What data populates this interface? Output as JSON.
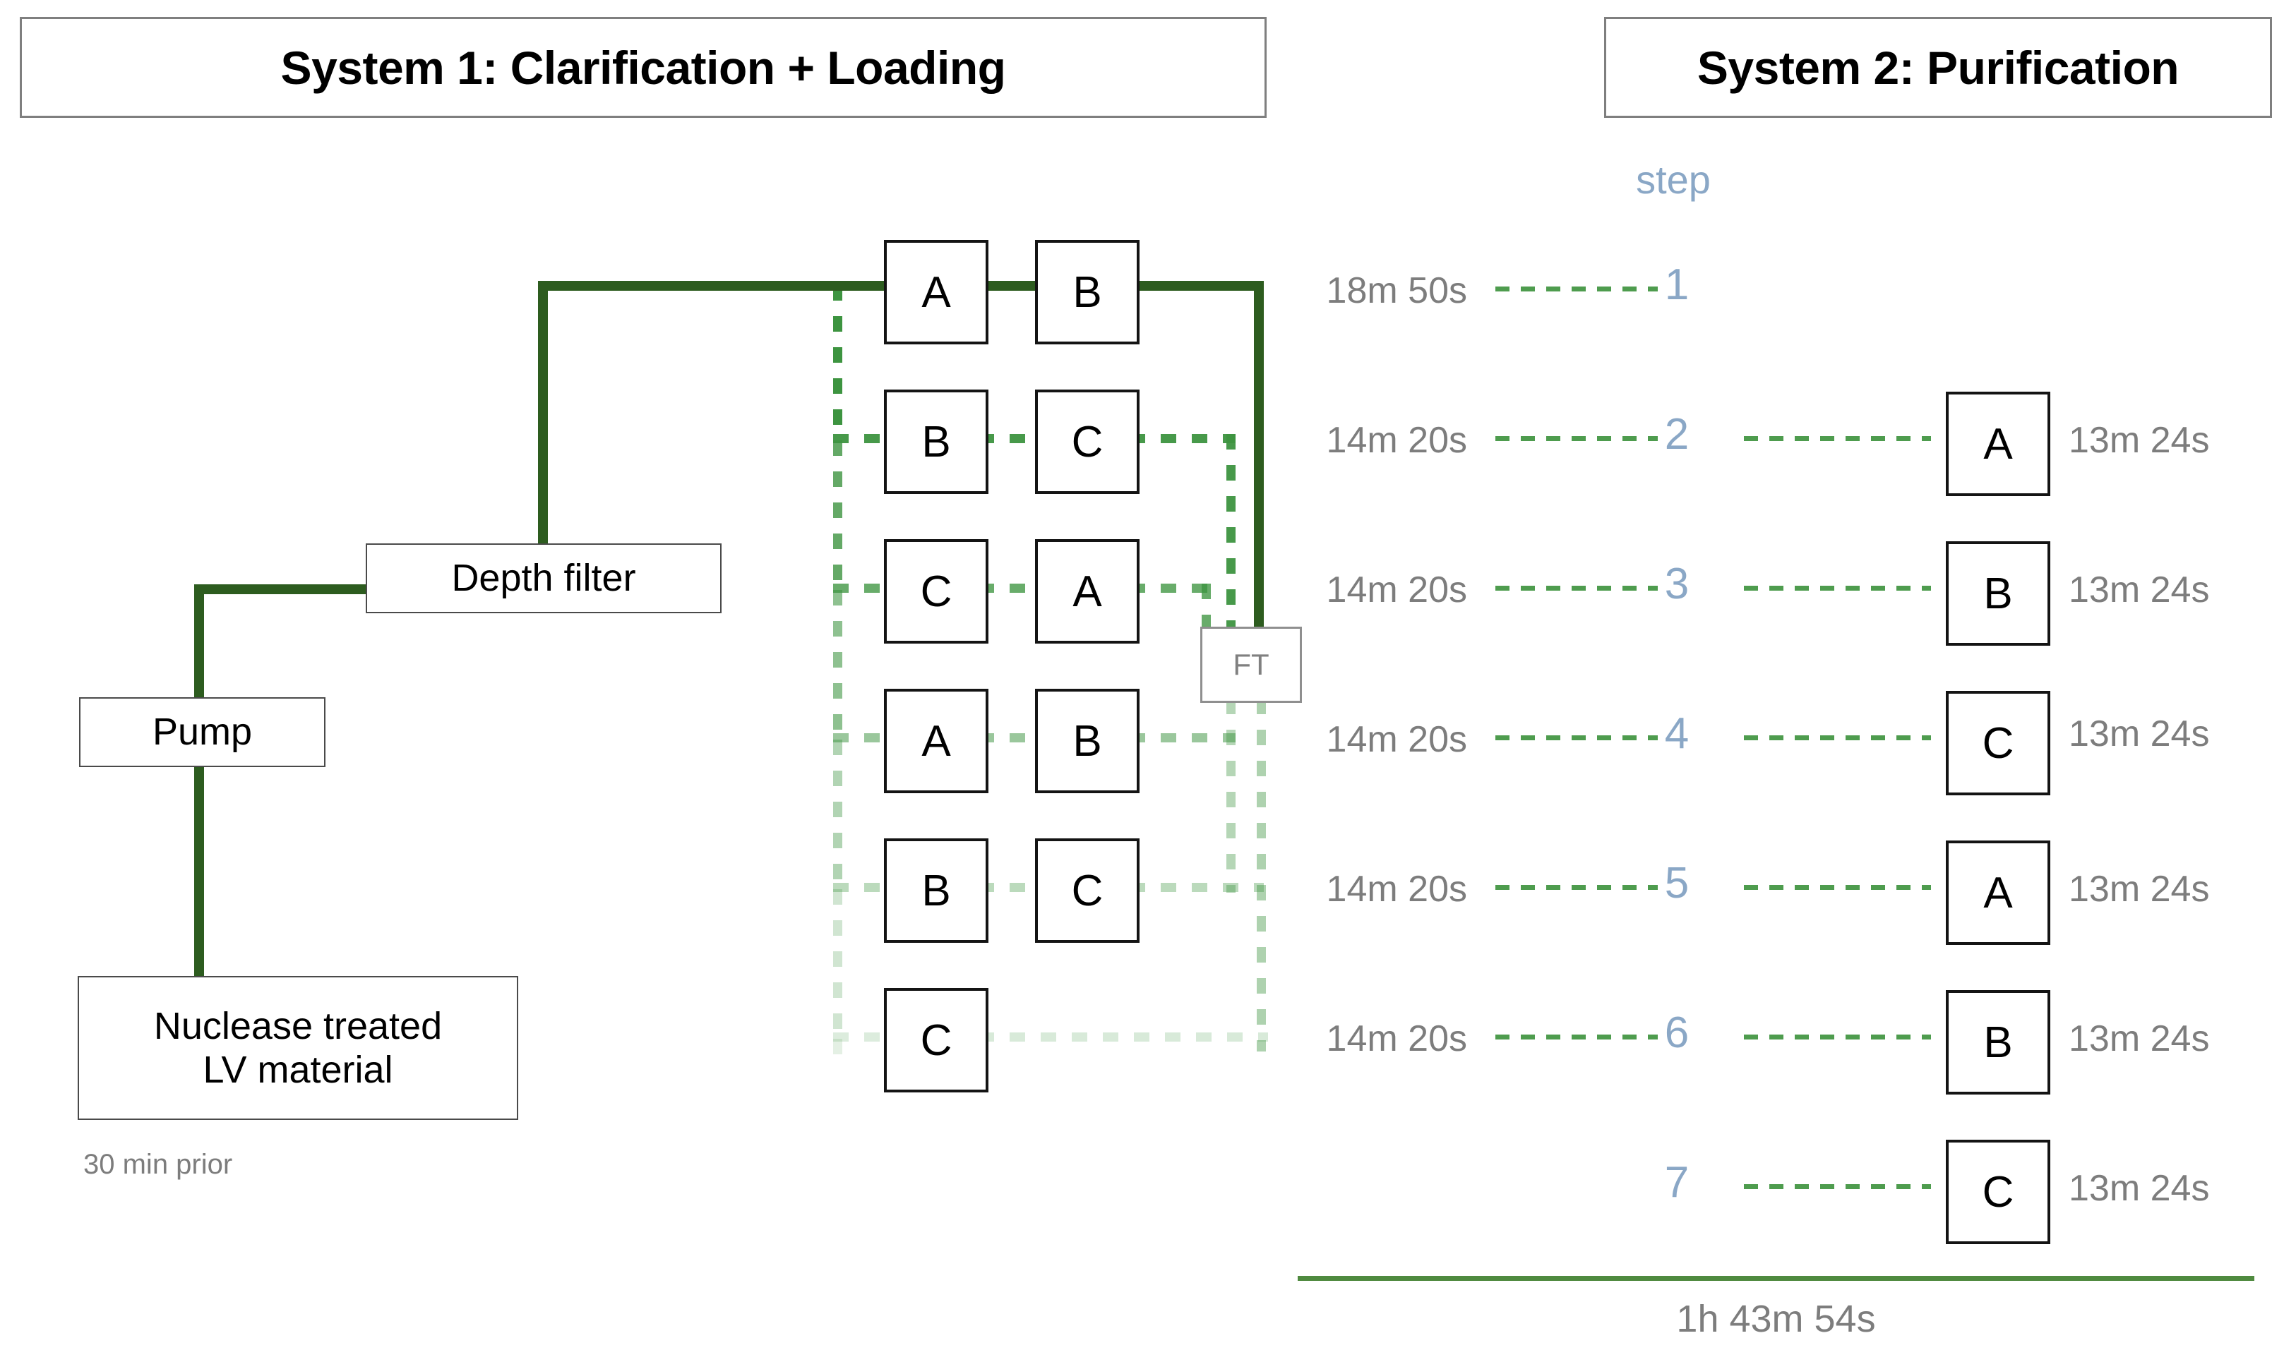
{
  "headers": {
    "system1": "System 1: Clarification + Loading",
    "system2": "System 2: Purification"
  },
  "system1": {
    "boxes": [
      {
        "name": "nuclease-material",
        "label": "Nuclease treated\nLV material"
      },
      {
        "name": "pump",
        "label": "Pump"
      },
      {
        "name": "depth-filter",
        "label": "Depth filter"
      }
    ],
    "prior_note": "30 min prior",
    "flowthrough_label": "FT",
    "column_rows": [
      {
        "left": "A",
        "right": "B"
      },
      {
        "left": "B",
        "right": "C"
      },
      {
        "left": "C",
        "right": "A"
      },
      {
        "left": "A",
        "right": "B"
      },
      {
        "left": "B",
        "right": "C"
      },
      {
        "left": "C",
        "right": ""
      }
    ]
  },
  "system2": {
    "step_header": "step",
    "rows": [
      {
        "load_time": "18m 50s",
        "step": "1",
        "column": "",
        "purify_time": ""
      },
      {
        "load_time": "14m 20s",
        "step": "2",
        "column": "A",
        "purify_time": "13m 24s"
      },
      {
        "load_time": "14m 20s",
        "step": "3",
        "column": "B",
        "purify_time": "13m 24s"
      },
      {
        "load_time": "14m 20s",
        "step": "4",
        "column": "C",
        "purify_time": "13m 24s"
      },
      {
        "load_time": "14m 20s",
        "step": "5",
        "column": "A",
        "purify_time": "13m 24s"
      },
      {
        "load_time": "14m 20s",
        "step": "6",
        "column": "B",
        "purify_time": "13m 24s"
      },
      {
        "load_time": "",
        "step": "7",
        "column": "C",
        "purify_time": "13m 24s"
      }
    ],
    "total_time": "1h 43m 54s"
  },
  "colors": {
    "pipe_green": "#2d5c1f",
    "dotted_green": "#3d9440",
    "step_blue": "#8aa7c6",
    "time_gray": "#7d7d7d",
    "total_rule_green": "#4f8a3f"
  }
}
